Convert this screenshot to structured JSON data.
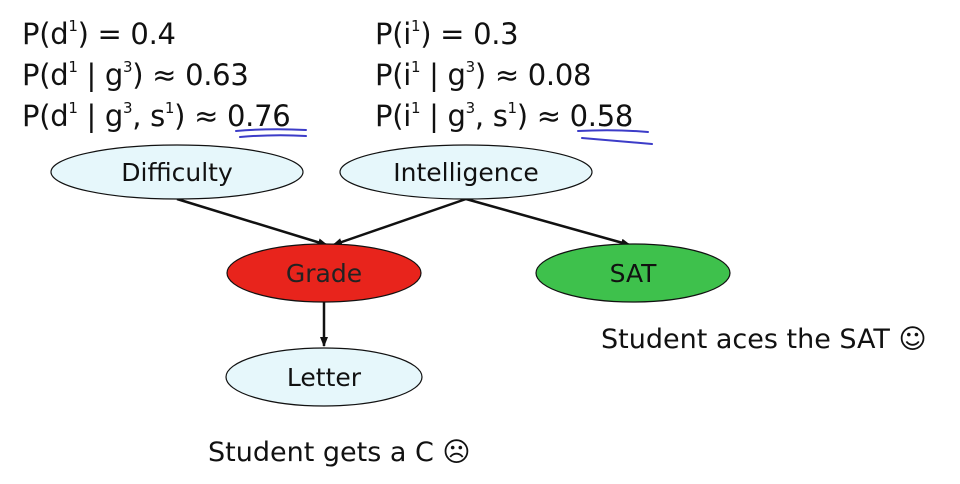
{
  "left_probs": {
    "line1": {
      "var": "d",
      "sup": "1",
      "tail": "0.4"
    },
    "line2": {
      "var": "d",
      "sup": "1",
      "given": "g",
      "given_sup": "3",
      "tail": "0.63"
    },
    "line3": {
      "var": "d",
      "sup": "1",
      "given": "g",
      "given_sup": "3",
      "given2": "s",
      "given2_sup": "1",
      "tail": "0.76"
    }
  },
  "right_probs": {
    "line1": {
      "var": "i",
      "sup": "1",
      "tail": "0.3"
    },
    "line2": {
      "var": "i",
      "sup": "1",
      "given": "g",
      "given_sup": "3",
      "tail": "0.08"
    },
    "line3": {
      "var": "i",
      "sup": "1",
      "given": "g",
      "given_sup": "3",
      "given2": "s",
      "given2_sup": "1",
      "tail": "0.58"
    }
  },
  "nodes": {
    "difficulty": "Difficulty",
    "intelligence": "Intelligence",
    "grade": "Grade",
    "sat": "SAT",
    "letter": "Letter"
  },
  "captions": {
    "sat": "Student aces the SAT ☺",
    "letter": "Student gets a C ☹"
  },
  "colors": {
    "node_fill": "#e6f7fb",
    "grade_fill": "#e8241c",
    "sat_fill": "#3ec14c",
    "underline": "#3c3cc8"
  }
}
